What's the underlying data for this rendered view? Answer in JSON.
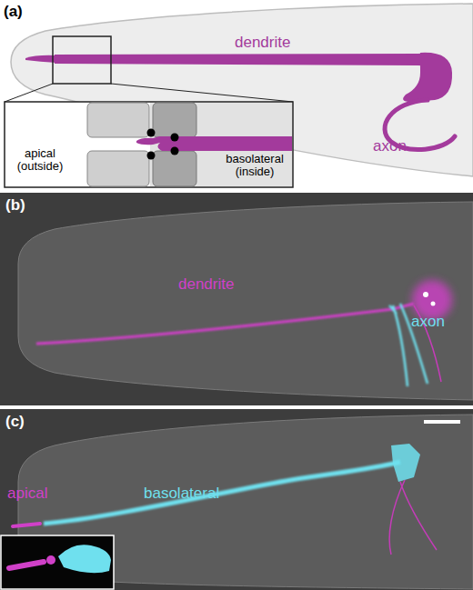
{
  "diagram": {
    "labels": [
      "(a)",
      "dendrite",
      "axon",
      "apical (outside)",
      "basolateral (inside)",
      "(b)",
      "dendrite",
      "axon",
      "(c)",
      "apical",
      "basolateral"
    ]
  }
}
